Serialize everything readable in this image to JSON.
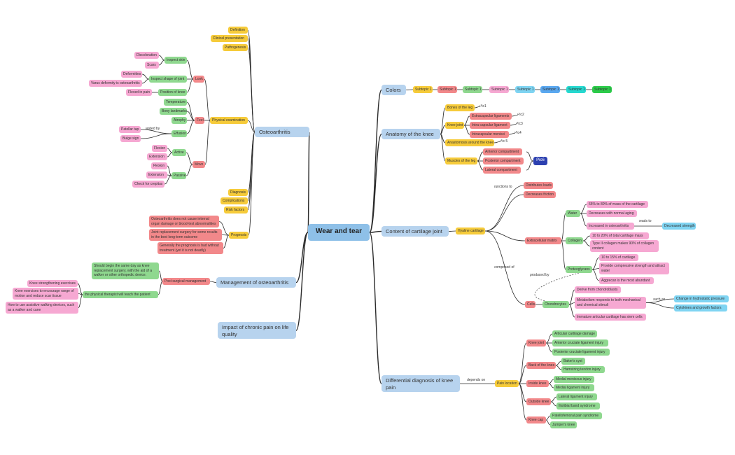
{
  "colors": {
    "root": "#8ec0e8",
    "main": "#b7d3ee",
    "yellow": "#f6cb3a",
    "red": "#f2888a",
    "green": "#8fd88f",
    "pink": "#f6a8d2",
    "cyan": "#7fd4f2",
    "blue": "#5aa8f0",
    "teal": "#26d9d0",
    "lime": "#2ccc4a",
    "navy": "#2c40b0",
    "line": "#2b2b2b",
    "dashed": "#555555"
  },
  "nodes": [
    {
      "id": "root",
      "text": "Wear and tear",
      "level": "root",
      "fill": "root"
    },
    {
      "id": "oa",
      "text": "Osteoarthritis",
      "level": "main",
      "fill": "main"
    },
    {
      "id": "mgmt",
      "text": "Management of osteoarthritis",
      "level": "main",
      "fill": "main"
    },
    {
      "id": "impact",
      "text": "Impact of chronic pain on life quality",
      "level": "main",
      "fill": "main"
    },
    {
      "id": "colors",
      "text": "Colors",
      "level": "main",
      "fill": "main"
    },
    {
      "id": "anat",
      "text": "Anatomy of the knee",
      "level": "main",
      "fill": "main"
    },
    {
      "id": "content",
      "text": "Content of cartilage joint",
      "level": "main",
      "fill": "main"
    },
    {
      "id": "diff",
      "text": "Differential diagnosis of knee pain",
      "level": "main",
      "fill": "main"
    },
    {
      "id": "def",
      "text": "Definition",
      "fill": "yellow"
    },
    {
      "id": "clin",
      "text": "Clinical presentation",
      "fill": "yellow"
    },
    {
      "id": "path",
      "text": "Pathogenesis",
      "fill": "yellow"
    },
    {
      "id": "physex",
      "text": "Physical examination",
      "fill": "yellow"
    },
    {
      "id": "diag",
      "text": "Diagnosis",
      "fill": "yellow"
    },
    {
      "id": "comp",
      "text": "Complications",
      "fill": "yellow"
    },
    {
      "id": "risk",
      "text": "Risk factors",
      "fill": "yellow"
    },
    {
      "id": "prog",
      "text": "Prognosis",
      "fill": "yellow"
    },
    {
      "id": "look",
      "text": "Look",
      "fill": "red"
    },
    {
      "id": "feel",
      "text": "Feel",
      "fill": "red"
    },
    {
      "id": "move",
      "text": "Move",
      "fill": "red"
    },
    {
      "id": "inspskin",
      "text": "Inspect skin",
      "fill": "green"
    },
    {
      "id": "inspshape",
      "text": "Inspect shape of joint",
      "fill": "green"
    },
    {
      "id": "posknee",
      "text": "Position of knee",
      "fill": "green"
    },
    {
      "id": "discol",
      "text": "Discoloration",
      "fill": "pink"
    },
    {
      "id": "scars",
      "text": "Scars",
      "fill": "pink"
    },
    {
      "id": "deform",
      "text": "Deformities",
      "fill": "pink"
    },
    {
      "id": "varus",
      "text": "Varus deformity is osteoarthritis",
      "fill": "pink"
    },
    {
      "id": "flexed",
      "text": "Flexed in pain",
      "fill": "pink"
    },
    {
      "id": "temp",
      "text": "Temperature",
      "fill": "green"
    },
    {
      "id": "bony",
      "text": "Bony landmarks",
      "fill": "green"
    },
    {
      "id": "atrophy",
      "text": "Atrophy",
      "fill": "green"
    },
    {
      "id": "effusion",
      "text": "Effusion",
      "fill": "green"
    },
    {
      "id": "testedby",
      "text": "tested by",
      "fill": "plain"
    },
    {
      "id": "patellar",
      "text": "Patellar tap",
      "fill": "pink"
    },
    {
      "id": "bulge",
      "text": "Bulge sign",
      "fill": "pink"
    },
    {
      "id": "active",
      "text": "Active",
      "fill": "green"
    },
    {
      "id": "passive",
      "text": "Passive",
      "fill": "green"
    },
    {
      "id": "flex1",
      "text": "Flexion",
      "fill": "pink"
    },
    {
      "id": "ext1",
      "text": "Extension",
      "fill": "pink"
    },
    {
      "id": "flex2",
      "text": "Flexion",
      "fill": "pink"
    },
    {
      "id": "ext2",
      "text": "Extension",
      "fill": "pink"
    },
    {
      "id": "crepitus",
      "text": "Check for crepitus",
      "fill": "pink"
    },
    {
      "id": "prog1",
      "text": "Osteoarthritis does not cause internal organ damage or blood-test abnormalities",
      "fill": "red"
    },
    {
      "id": "prog2",
      "text": "Joint replacement surgery for some results in the best long-term outcome",
      "fill": "red"
    },
    {
      "id": "prog3",
      "text": "Generally the prognosis is bad without treatment (yet it is not deadly)",
      "fill": "red"
    },
    {
      "id": "postsurg",
      "text": "Post surgical management",
      "fill": "red"
    },
    {
      "id": "shouldbegin",
      "text": "Should begin the same day as knee replacement surgery, with the aid of a walker or other orthopedic device.",
      "fill": "green"
    },
    {
      "id": "therapist",
      "text": "the physical therapist will teach the patient",
      "fill": "green"
    },
    {
      "id": "strength",
      "text": "Knee strengthening exercises",
      "fill": "pink"
    },
    {
      "id": "kneeex",
      "text": "Knee exercises to encourage range of motion and reduce scar tissue",
      "fill": "pink"
    },
    {
      "id": "assist",
      "text": "How to use assistive walking devices, such as a walker and cane",
      "fill": "pink"
    },
    {
      "id": "st1",
      "text": "Subtopic 1",
      "fill": "yellow"
    },
    {
      "id": "st2",
      "text": "Subtopic 1",
      "fill": "red"
    },
    {
      "id": "st3",
      "text": "Subtopic 1",
      "fill": "green"
    },
    {
      "id": "st4",
      "text": "Subtopic 1",
      "fill": "pink"
    },
    {
      "id": "st5",
      "text": "Subtopic 1",
      "fill": "cyan"
    },
    {
      "id": "st6",
      "text": "Subtopic 1",
      "fill": "blue"
    },
    {
      "id": "st7",
      "text": "Subtopic 1",
      "fill": "teal"
    },
    {
      "id": "st8",
      "text": "Subtopic 1",
      "fill": "lime"
    },
    {
      "id": "bones",
      "text": "Bones of the leg",
      "fill": "yellow"
    },
    {
      "id": "pic1",
      "text": "Pic1",
      "fill": "plain"
    },
    {
      "id": "kneejoint",
      "text": "Knee joint",
      "fill": "yellow"
    },
    {
      "id": "extracaps",
      "text": "Extracapsular ligaments",
      "fill": "red"
    },
    {
      "id": "intracaps",
      "text": "Intra capsular ligament",
      "fill": "red"
    },
    {
      "id": "intramen",
      "text": "Intracapsular menisci",
      "fill": "red"
    },
    {
      "id": "pic2",
      "text": "Pic2",
      "fill": "plain"
    },
    {
      "id": "pic3",
      "text": "Pic3",
      "fill": "plain"
    },
    {
      "id": "pic4",
      "text": "Pic4",
      "fill": "plain"
    },
    {
      "id": "anast",
      "text": "Anastomosis around the knee",
      "fill": "yellow"
    },
    {
      "id": "pic5",
      "text": "Pic 5",
      "fill": "plain"
    },
    {
      "id": "muscles",
      "text": "Muscles of the leg",
      "fill": "yellow"
    },
    {
      "id": "antcomp",
      "text": "Anterior compartment",
      "fill": "red"
    },
    {
      "id": "postcomp",
      "text": "Posterior compartment",
      "fill": "red"
    },
    {
      "id": "latcomp",
      "text": "Lateral compartment",
      "fill": "red"
    },
    {
      "id": "pic6",
      "text": "Pic6",
      "fill": "navy"
    },
    {
      "id": "hyaline",
      "text": "Hyaline cartilage",
      "fill": "yellow"
    },
    {
      "id": "functo",
      "text": "functions to",
      "fill": "plain"
    },
    {
      "id": "compof",
      "text": "composed of",
      "fill": "plain"
    },
    {
      "id": "distload",
      "text": "Distributes loads",
      "fill": "red"
    },
    {
      "id": "decfric",
      "text": "Decreases friction",
      "fill": "red"
    },
    {
      "id": "ecm",
      "text": "Extracellular matrix",
      "fill": "red"
    },
    {
      "id": "cells",
      "text": "Cells",
      "fill": "red"
    },
    {
      "id": "water",
      "text": "Water",
      "fill": "green"
    },
    {
      "id": "collagen",
      "text": "Collagen",
      "fill": "green"
    },
    {
      "id": "proteo",
      "text": "Proteoglycans",
      "fill": "green"
    },
    {
      "id": "chondro",
      "text": "Chondrocytes",
      "fill": "green"
    },
    {
      "id": "w1",
      "text": "65% to 80% of mass of the cartilage",
      "fill": "pink"
    },
    {
      "id": "w2",
      "text": "Decreases with normal aging",
      "fill": "pink"
    },
    {
      "id": "w3",
      "text": "Increased in osteoarthritis",
      "fill": "pink"
    },
    {
      "id": "leadsto",
      "text": "leads to",
      "fill": "plain"
    },
    {
      "id": "decstr",
      "text": "Decreased strength",
      "fill": "cyan"
    },
    {
      "id": "c1",
      "text": "10 to 20% of total cartilage mass",
      "fill": "pink"
    },
    {
      "id": "c2",
      "text": "Type II collagen makes 90% of collagen content",
      "fill": "pink"
    },
    {
      "id": "p1",
      "text": "10 to 15% of cartilage",
      "fill": "pink"
    },
    {
      "id": "p2",
      "text": "Provide compressive strength and attract water",
      "fill": "pink"
    },
    {
      "id": "p3",
      "text": "Aggrecan is the most abundant",
      "fill": "pink"
    },
    {
      "id": "producedby",
      "text": "produced by",
      "fill": "plain"
    },
    {
      "id": "ch1",
      "text": "Derive from chondroblasts",
      "fill": "pink"
    },
    {
      "id": "ch2",
      "text": "Metabolism responds to both mechanical and chemical stimuli",
      "fill": "pink"
    },
    {
      "id": "ch3",
      "text": "Immature articular cartilage has stem cells",
      "fill": "pink"
    },
    {
      "id": "suchas",
      "text": "such as",
      "fill": "plain"
    },
    {
      "id": "hydro",
      "text": "Change in hydrostatic pressure",
      "fill": "cyan"
    },
    {
      "id": "cyto",
      "text": "Cytokines and growth factors",
      "fill": "cyan"
    },
    {
      "id": "dependson",
      "text": "depends on",
      "fill": "plain"
    },
    {
      "id": "painloc",
      "text": "Pain location",
      "fill": "yellow"
    },
    {
      "id": "kjoint",
      "text": "Knee joint",
      "fill": "red"
    },
    {
      "id": "backknee",
      "text": "Back of the knee",
      "fill": "red"
    },
    {
      "id": "insideknee",
      "text": "Inside knee",
      "fill": "red"
    },
    {
      "id": "outsideknee",
      "text": "Outside knee",
      "fill": "red"
    },
    {
      "id": "kneecap",
      "text": "Knee cap",
      "fill": "red"
    },
    {
      "id": "d1",
      "text": "Articular cartilage damage",
      "fill": "green"
    },
    {
      "id": "d2",
      "text": "Anterior cruciate ligament injury",
      "fill": "green"
    },
    {
      "id": "d3",
      "text": "Posterior cruciate ligament injury",
      "fill": "green"
    },
    {
      "id": "d4",
      "text": "Baker's cyst",
      "fill": "green"
    },
    {
      "id": "d5",
      "text": "Hamstring tendon injury",
      "fill": "green"
    },
    {
      "id": "d6",
      "text": "Medial meniscus injury",
      "fill": "green"
    },
    {
      "id": "d7",
      "text": "Medial ligament injury",
      "fill": "green"
    },
    {
      "id": "d8",
      "text": "Lateral ligament injury",
      "fill": "green"
    },
    {
      "id": "d9",
      "text": "Iliotibial band syndrome",
      "fill": "green"
    },
    {
      "id": "d10",
      "text": "Patellofemoral pain syndrome",
      "fill": "green"
    },
    {
      "id": "d11",
      "text": "Jumper's knee",
      "fill": "green"
    }
  ],
  "edges": [
    [
      "root",
      "oa"
    ],
    [
      "root",
      "mgmt"
    ],
    [
      "root",
      "impact"
    ],
    [
      "root",
      "colors"
    ],
    [
      "root",
      "anat"
    ],
    [
      "root",
      "content"
    ],
    [
      "root",
      "diff"
    ],
    [
      "oa",
      "def"
    ],
    [
      "oa",
      "clin"
    ],
    [
      "oa",
      "path"
    ],
    [
      "oa",
      "physex"
    ],
    [
      "oa",
      "diag"
    ],
    [
      "oa",
      "comp"
    ],
    [
      "oa",
      "risk"
    ],
    [
      "oa",
      "prog"
    ],
    [
      "physex",
      "look"
    ],
    [
      "physex",
      "feel"
    ],
    [
      "physex",
      "move"
    ],
    [
      "look",
      "inspskin"
    ],
    [
      "look",
      "inspshape"
    ],
    [
      "look",
      "posknee"
    ],
    [
      "inspskin",
      "discol"
    ],
    [
      "inspskin",
      "scars"
    ],
    [
      "inspshape",
      "deform"
    ],
    [
      "inspshape",
      "varus"
    ],
    [
      "posknee",
      "flexed"
    ],
    [
      "feel",
      "temp"
    ],
    [
      "feel",
      "bony"
    ],
    [
      "feel",
      "atrophy"
    ],
    [
      "feel",
      "effusion"
    ],
    [
      "effusion",
      "patellar"
    ],
    [
      "effusion",
      "bulge"
    ],
    [
      "move",
      "active"
    ],
    [
      "move",
      "passive"
    ],
    [
      "active",
      "flex1"
    ],
    [
      "active",
      "ext1"
    ],
    [
      "passive",
      "flex2"
    ],
    [
      "passive",
      "ext2"
    ],
    [
      "passive",
      "crepitus"
    ],
    [
      "prog",
      "prog1"
    ],
    [
      "prog",
      "prog2"
    ],
    [
      "prog",
      "prog3"
    ],
    [
      "mgmt",
      "postsurg"
    ],
    [
      "postsurg",
      "shouldbegin"
    ],
    [
      "postsurg",
      "therapist"
    ],
    [
      "therapist",
      "strength"
    ],
    [
      "therapist",
      "kneeex"
    ],
    [
      "therapist",
      "assist"
    ],
    [
      "colors",
      "st1"
    ],
    [
      "st1",
      "st2"
    ],
    [
      "st2",
      "st3"
    ],
    [
      "st3",
      "st4"
    ],
    [
      "st4",
      "st5"
    ],
    [
      "st5",
      "st6"
    ],
    [
      "st6",
      "st7"
    ],
    [
      "st7",
      "st8"
    ],
    [
      "anat",
      "bones"
    ],
    [
      "anat",
      "kneejoint"
    ],
    [
      "anat",
      "anast"
    ],
    [
      "anat",
      "muscles"
    ],
    [
      "bones",
      "pic1"
    ],
    [
      "kneejoint",
      "extracaps"
    ],
    [
      "kneejoint",
      "intracaps"
    ],
    [
      "kneejoint",
      "intramen"
    ],
    [
      "extracaps",
      "pic2"
    ],
    [
      "intracaps",
      "pic3"
    ],
    [
      "intramen",
      "pic4"
    ],
    [
      "anast",
      "pic5"
    ],
    [
      "muscles",
      "antcomp"
    ],
    [
      "muscles",
      "postcomp"
    ],
    [
      "muscles",
      "latcomp"
    ],
    [
      "content",
      "hyaline"
    ],
    [
      "hyaline",
      "distload"
    ],
    [
      "hyaline",
      "decfric"
    ],
    [
      "hyaline",
      "ecm"
    ],
    [
      "hyaline",
      "cells"
    ],
    [
      "ecm",
      "water"
    ],
    [
      "ecm",
      "collagen"
    ],
    [
      "ecm",
      "proteo"
    ],
    [
      "water",
      "w1"
    ],
    [
      "water",
      "w2"
    ],
    [
      "water",
      "w3"
    ],
    [
      "w3",
      "decstr"
    ],
    [
      "collagen",
      "c1"
    ],
    [
      "collagen",
      "c2"
    ],
    [
      "proteo",
      "p1"
    ],
    [
      "proteo",
      "p2"
    ],
    [
      "proteo",
      "p3"
    ],
    [
      "cells",
      "chondro"
    ],
    [
      "chondro",
      "ch1"
    ],
    [
      "chondro",
      "ch2"
    ],
    [
      "chondro",
      "ch3"
    ],
    [
      "ch2",
      "hydro"
    ],
    [
      "ch2",
      "cyto"
    ],
    [
      "diff",
      "painloc"
    ],
    [
      "painloc",
      "kjoint"
    ],
    [
      "painloc",
      "backknee"
    ],
    [
      "painloc",
      "insideknee"
    ],
    [
      "painloc",
      "outsideknee"
    ],
    [
      "painloc",
      "kneecap"
    ],
    [
      "kjoint",
      "d1"
    ],
    [
      "kjoint",
      "d2"
    ],
    [
      "kjoint",
      "d3"
    ],
    [
      "backknee",
      "d4"
    ],
    [
      "backknee",
      "d5"
    ],
    [
      "insideknee",
      "d6"
    ],
    [
      "insideknee",
      "d7"
    ],
    [
      "outsideknee",
      "d8"
    ],
    [
      "outsideknee",
      "d9"
    ],
    [
      "kneecap",
      "d10"
    ],
    [
      "kneecap",
      "d11"
    ]
  ],
  "dashed_edges": [
    [
      "chondro",
      "proteo"
    ]
  ]
}
